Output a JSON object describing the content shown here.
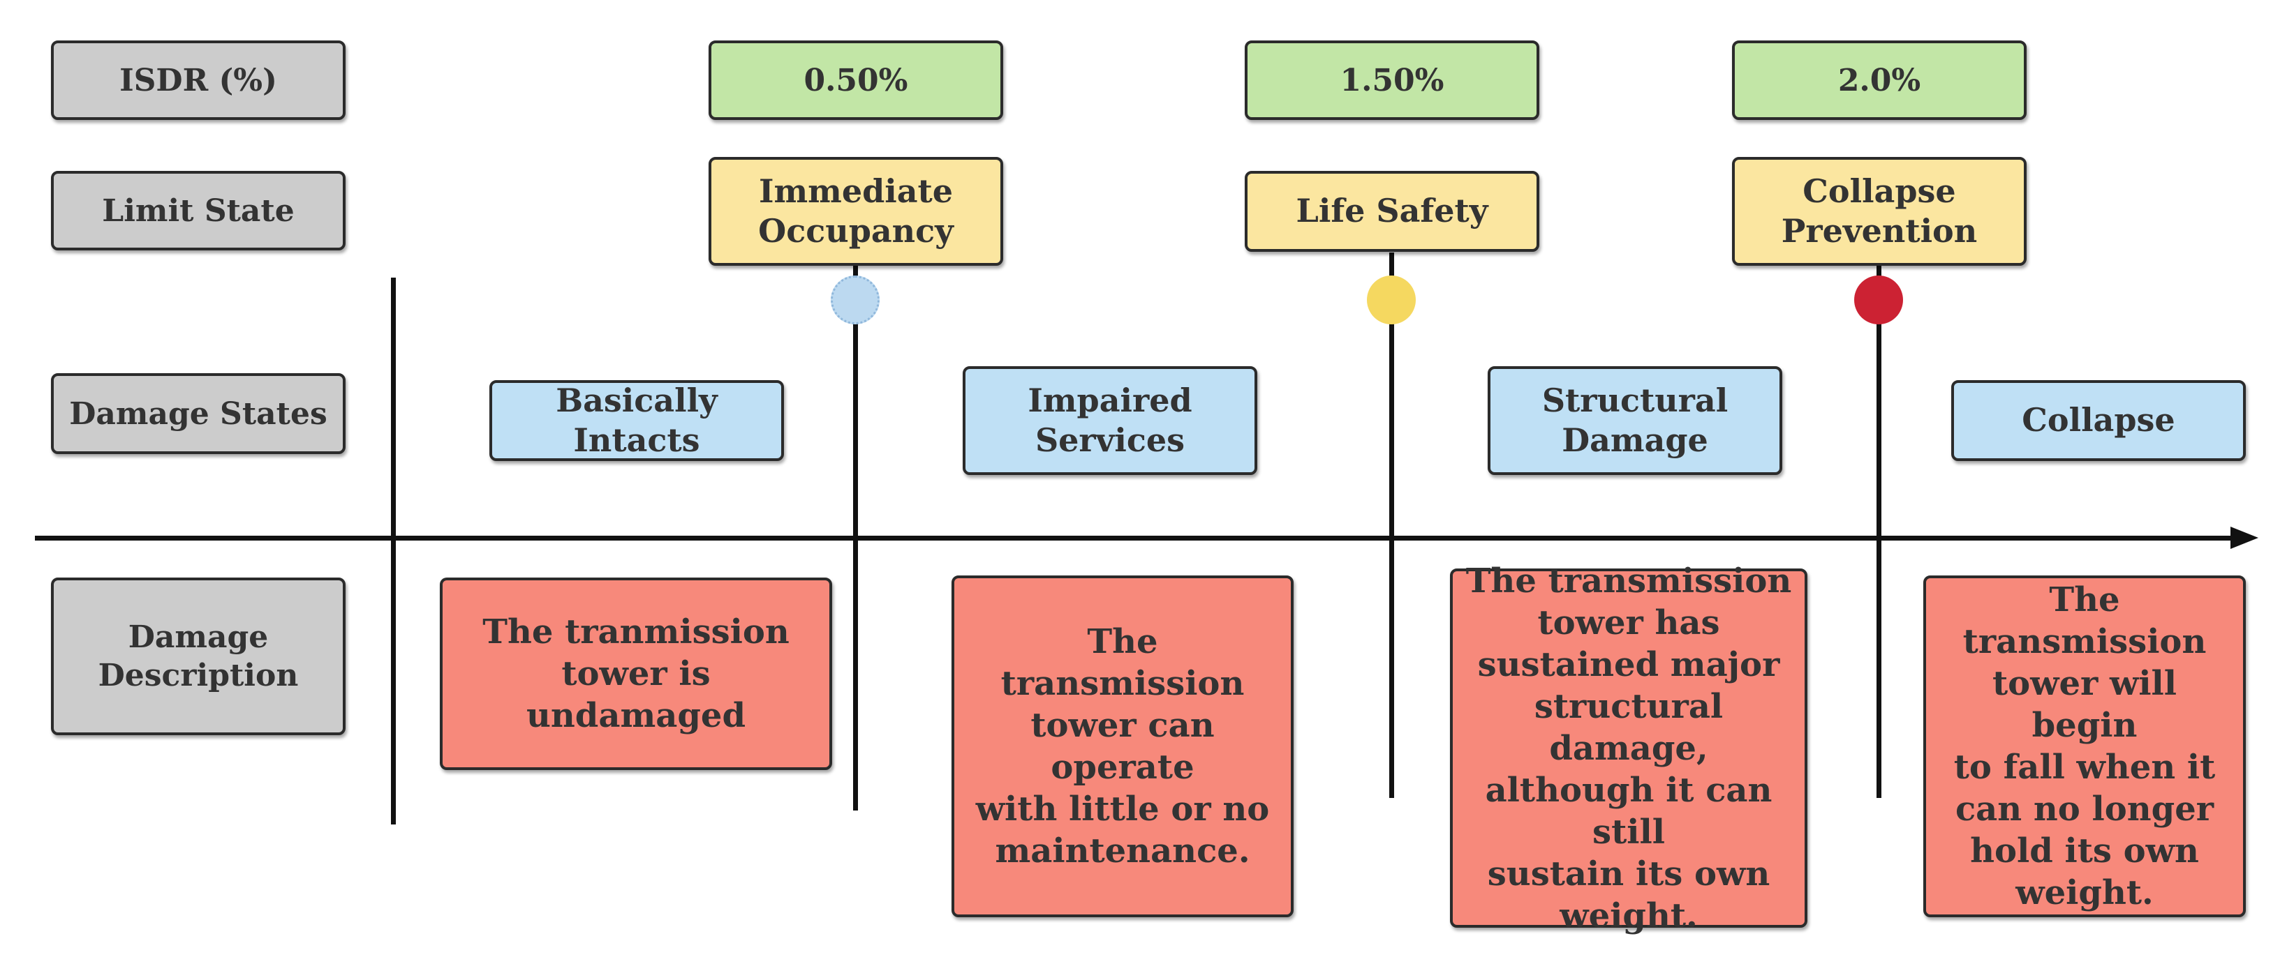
{
  "row_labels": {
    "isdr": "ISDR (%)",
    "limit_state": "Limit State",
    "damage_states": "Damage States",
    "damage_description": "Damage\nDescription"
  },
  "isdr_values": [
    "0.50%",
    "1.50%",
    "2.0%"
  ],
  "limit_states": [
    "Immediate\nOccupancy",
    "Life Safety",
    "Collapse\nPrevention"
  ],
  "limit_state_colors": [
    "#bcd9f0",
    "#f5d860",
    "#cc2233"
  ],
  "damage_states": [
    "Basically Intacts",
    "Impaired\nServices",
    "Structural\nDamage",
    "Collapse"
  ],
  "damage_descriptions": [
    "The tranmission\ntower is undamaged",
    "The transmission\ntower can operate\nwith little or no\nmaintenance.",
    "The transmission\ntower has\nsustained major\nstructural damage,\nalthough it can still\nsustain its own\nweight.",
    "The transmission\ntower will begin\nto fall when it\ncan no longer\nhold its own\nweight."
  ]
}
